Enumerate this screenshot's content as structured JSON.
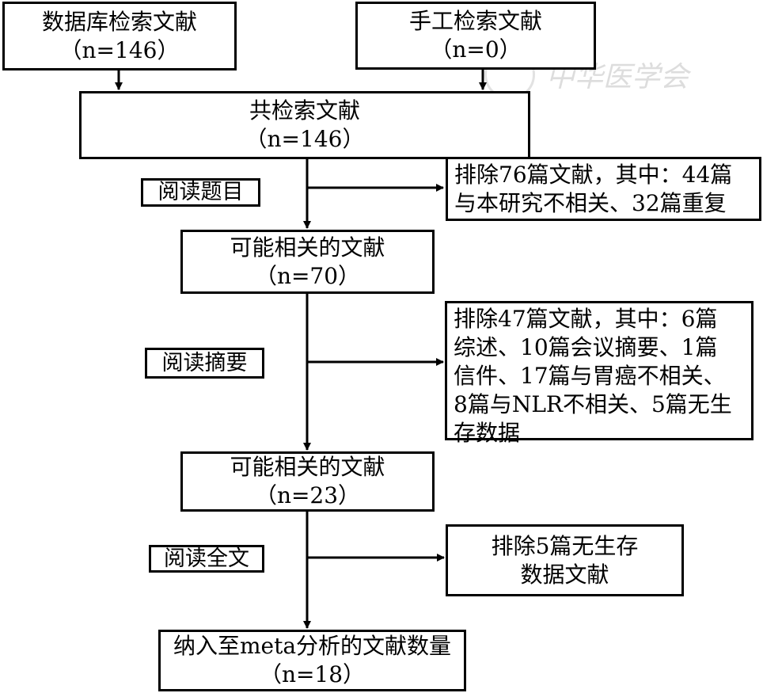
{
  "watermark": "中华医学会",
  "boxes": {
    "database": {
      "title": "数据库检索文献",
      "n": "（n=146）"
    },
    "manual": {
      "title": "手工检索文献",
      "n": "（n=0）"
    },
    "total": {
      "title": "共检索文献",
      "n": "（n=146）"
    },
    "possible1": {
      "title": "可能相关的文献",
      "n": "（n=70）"
    },
    "possible2": {
      "title": "可能相关的文献",
      "n": "（n=23）"
    },
    "included": {
      "title": "纳入至meta分析的文献数量",
      "n": "（n=18）"
    }
  },
  "steps": {
    "titles": "阅读题目",
    "abstracts": "阅读摘要",
    "fulltext": "阅读全文"
  },
  "exclusions": {
    "e1": [
      "排除76篇文献，其中：44篇",
      "与本研究不相关、32篇重复"
    ],
    "e2": [
      "排除47篇文献，其中：6篇",
      "综述、10篇会议摘要、1篇",
      "信件、17篇与胃癌不相关、",
      "8篇与NLR不相关、5篇无生",
      "存数据"
    ],
    "e3": [
      "排除5篇无生存",
      "数据文献"
    ]
  }
}
